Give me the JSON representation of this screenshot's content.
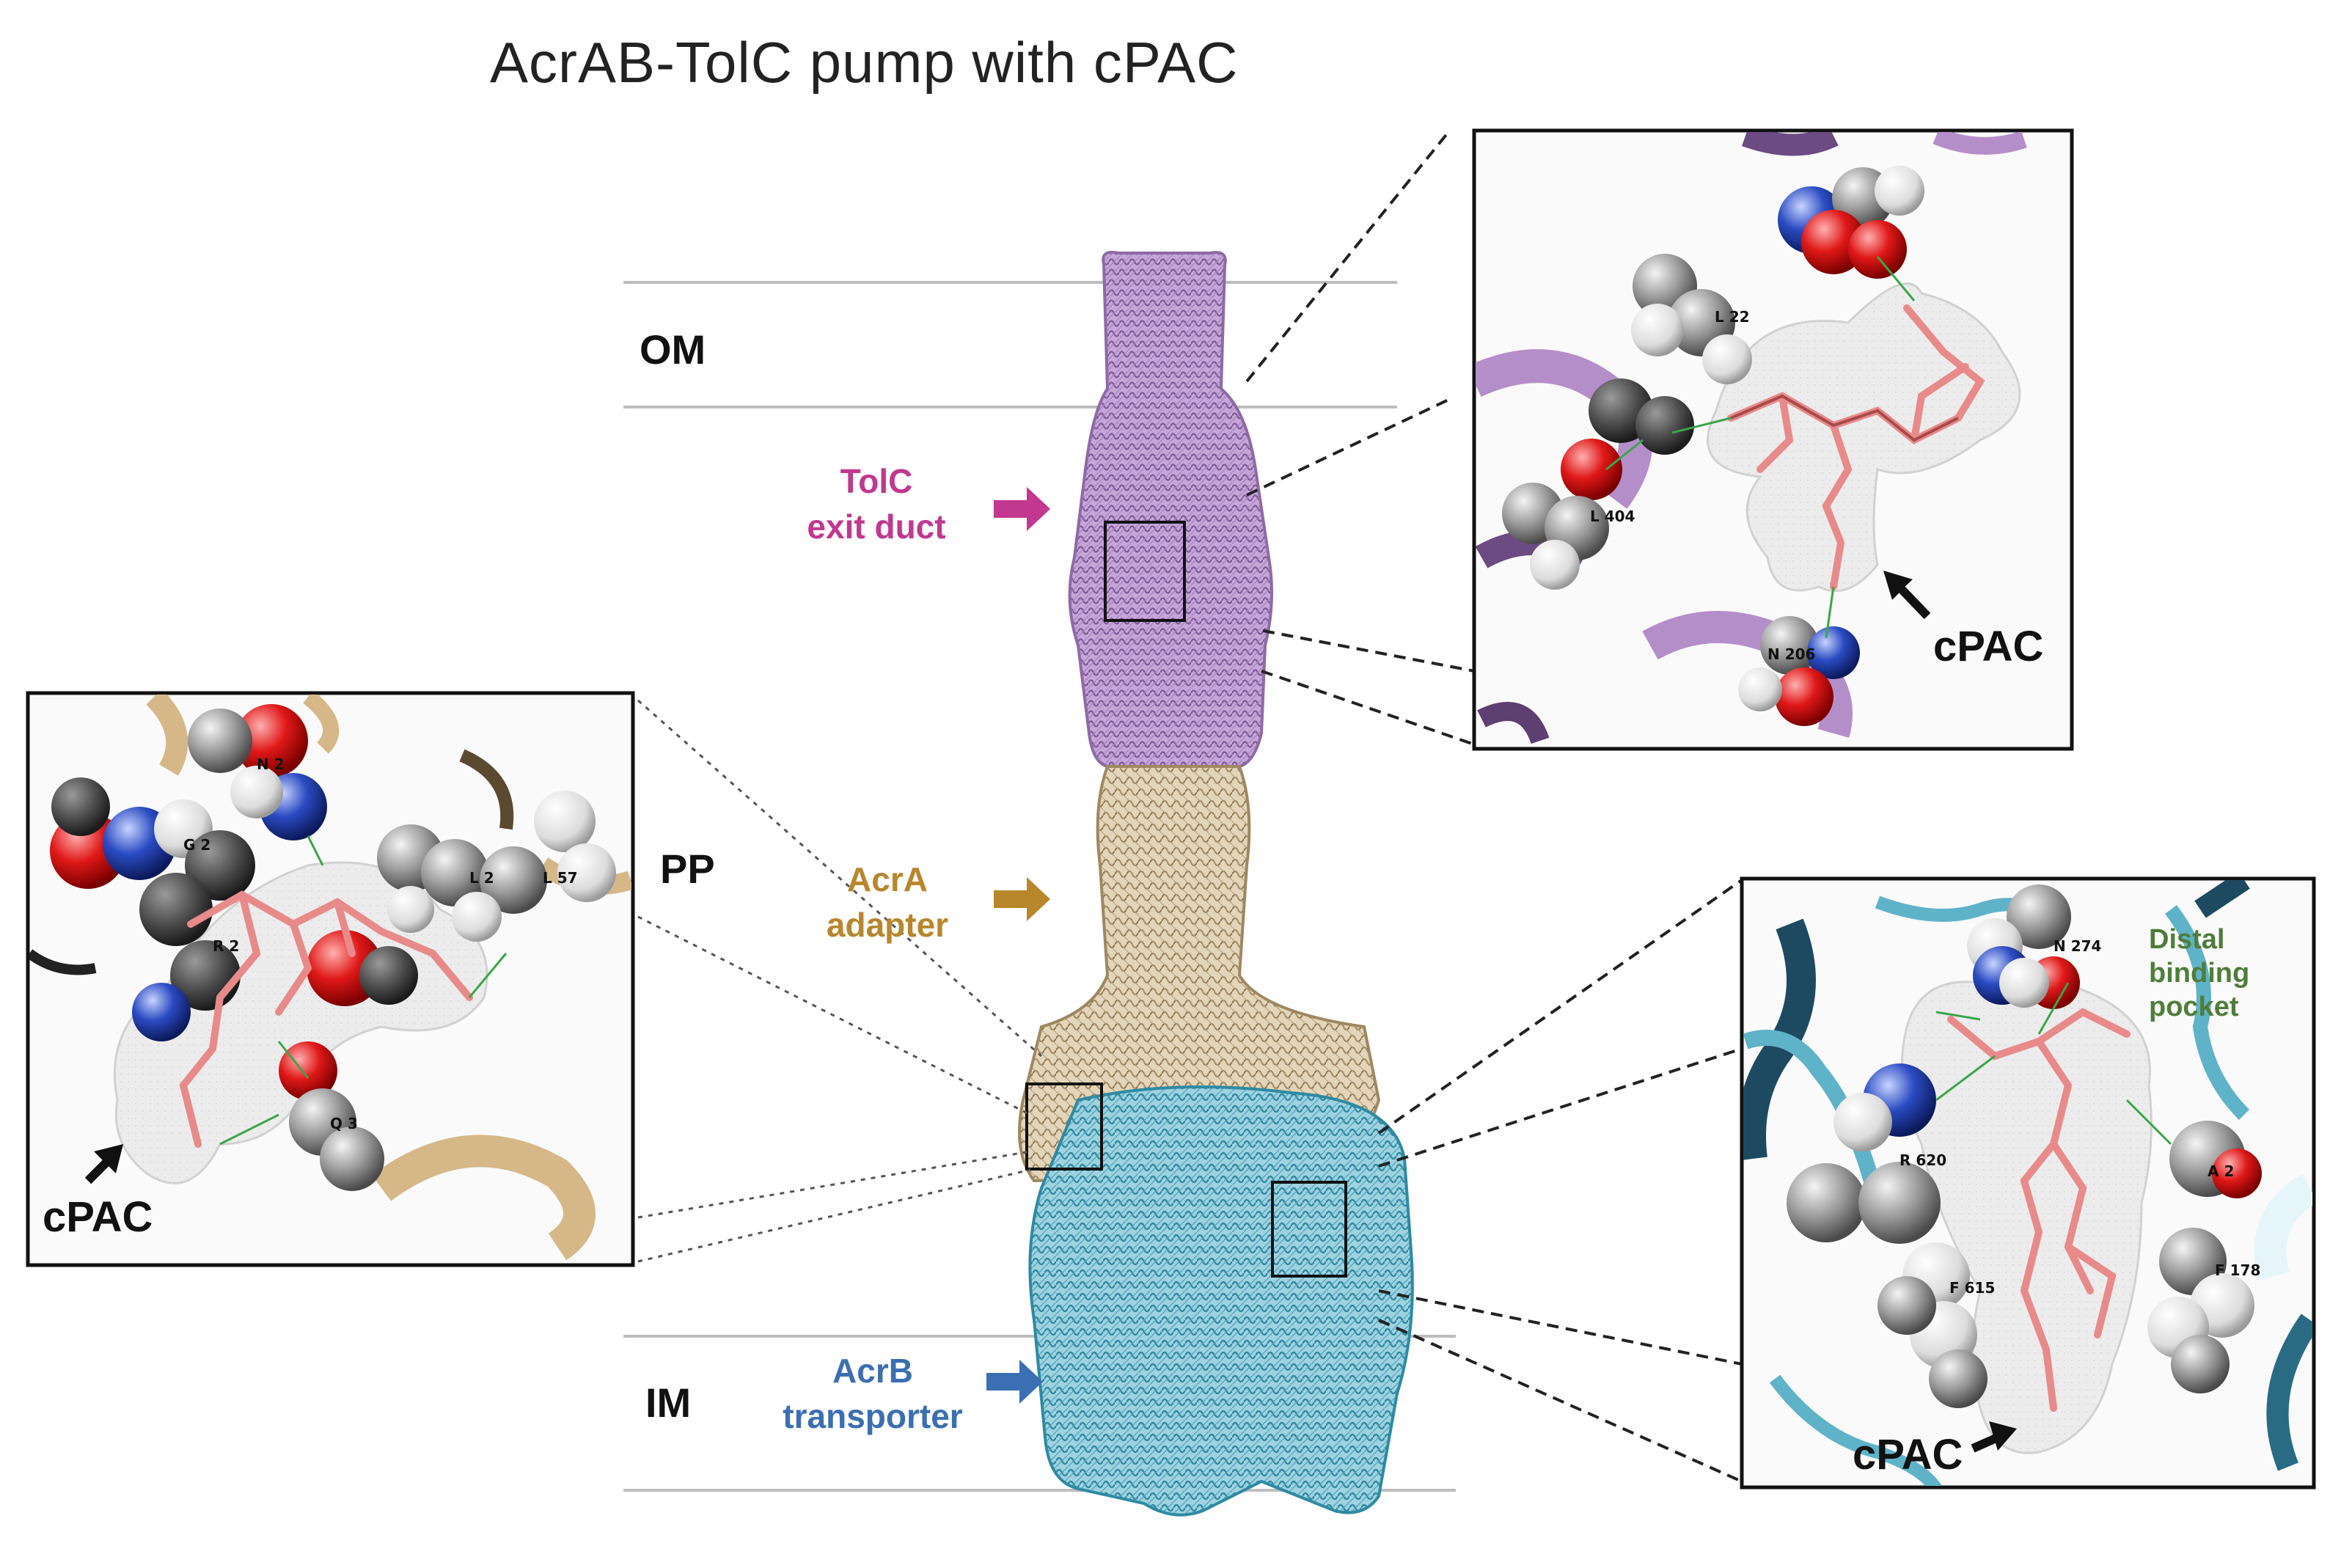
{
  "figure": {
    "title": "AcrAB-TolC pump with cPAC",
    "membranes": {
      "om": "OM",
      "pp": "PP",
      "im": "IM"
    },
    "components": {
      "tolc": {
        "line1": "TolC",
        "line2": "exit duct",
        "color": "#c2378f"
      },
      "acra": {
        "line1": "AcrA",
        "line2": "adapter",
        "color": "#b8862b"
      },
      "acrb": {
        "line1": "AcrB",
        "line2": "transporter",
        "color": "#3b6fb3"
      }
    },
    "insets": {
      "top_right": {
        "ligand": "cPAC",
        "residues": [
          "L 22",
          "L 404",
          "N 206"
        ]
      },
      "left": {
        "ligand": "cPAC",
        "residues": [
          "N 2",
          "G 2",
          "R 2",
          "L 2",
          "L 57",
          "Q 3"
        ]
      },
      "bottom_right": {
        "ligand": "cPAC",
        "pocket": {
          "line1": "Distal",
          "line2": "binding",
          "line3": "pocket"
        },
        "residues": [
          "N 274",
          "R 620",
          "F 615",
          "A 2",
          "F 178"
        ]
      }
    },
    "colors": {
      "tolc_protein": "#b48ec9",
      "acra_protein": "#c9b48f",
      "acrb_protein": "#5fb3c9",
      "ligand": "#e88a8a",
      "oxygen": "#d42020",
      "nitrogen": "#2a4bc2",
      "carbon": "#8a8a8a"
    }
  }
}
